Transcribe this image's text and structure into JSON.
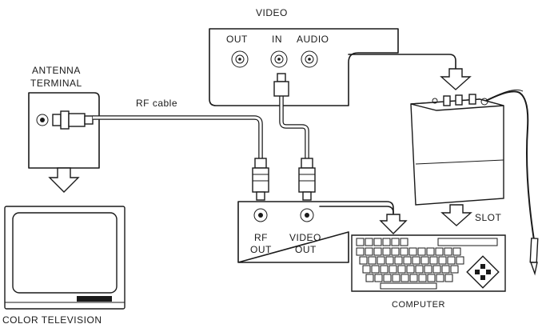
{
  "labels": {
    "video": "VIDEO",
    "out": "OUT",
    "in": "IN",
    "audio": "AUDIO",
    "antenna_terminal_1": "ANTENNA",
    "antenna_terminal_2": "TERMINAL",
    "rf_cable": "RF cable",
    "slot": "SLOT",
    "rf_out_1": "RF",
    "rf_out_2": "OUT",
    "video_out_1": "VIDEO",
    "video_out_2": "OUT",
    "computer": "COMPUTER",
    "color_television": "COLOR TELEVISION"
  }
}
